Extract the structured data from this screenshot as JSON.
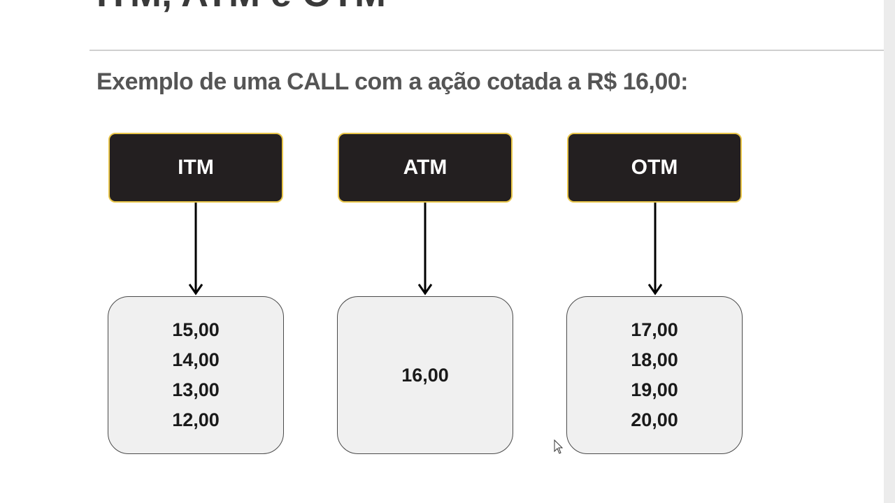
{
  "slide": {
    "top_title": "ITM, ATM e OTM",
    "subtitle": "Exemplo de uma CALL com a ação cotada a R$ 16,00:"
  },
  "columns": [
    {
      "label": "ITM",
      "values": [
        "15,00",
        "14,00",
        "13,00",
        "12,00"
      ]
    },
    {
      "label": "ATM",
      "values": [
        "16,00"
      ]
    },
    {
      "label": "OTM",
      "values": [
        "17,00",
        "18,00",
        "19,00",
        "20,00"
      ]
    }
  ],
  "colors": {
    "header_fill": "#231f20",
    "header_border": "#e8c54a",
    "value_fill": "#f0f0f0"
  },
  "icons": {
    "pointer": "mouse-pointer-icon"
  }
}
